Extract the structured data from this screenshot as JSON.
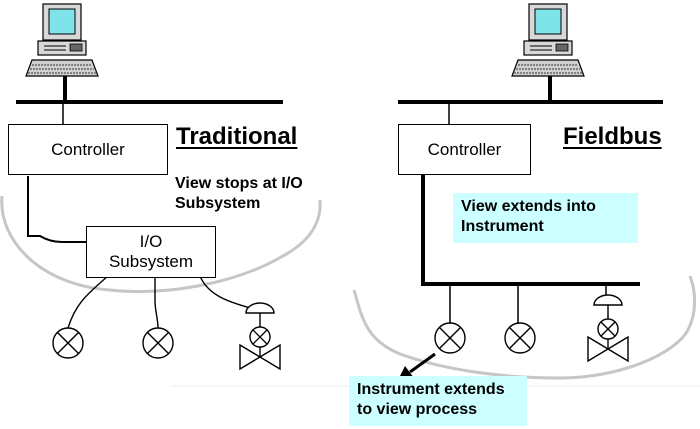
{
  "traditional": {
    "heading": "Traditional",
    "controller_label": "Controller",
    "io_subsystem_label_line1": "I/O",
    "io_subsystem_label_line2": "Subsystem",
    "view_note_line1": "View stops at I/O",
    "view_note_line2": "Subsystem"
  },
  "fieldbus": {
    "heading": "Fieldbus",
    "controller_label": "Controller",
    "view_note_line1": "View extends into",
    "view_note_line2": "Instrument",
    "process_note_line1": "Instrument extends",
    "process_note_line2": "to view process"
  },
  "colors": {
    "highlight": "#ccffff",
    "view_boundary": "#c8c8c8",
    "line": "#000000"
  },
  "icons": [
    "computer-icon",
    "instrument-icon",
    "valve-icon"
  ]
}
